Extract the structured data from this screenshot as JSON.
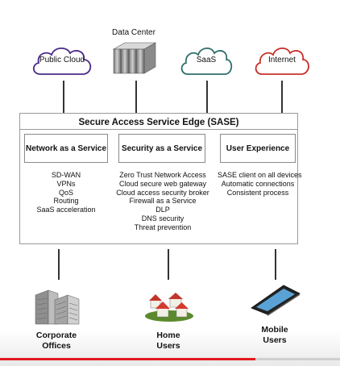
{
  "top_nodes": {
    "public_cloud": "Public Cloud",
    "data_center": "Data Center",
    "saas": "SaaS",
    "internet": "Internet"
  },
  "sase": {
    "title": "Secure Access Service Edge (SASE)",
    "columns": [
      {
        "title": "Network as a Service",
        "items": [
          "SD-WAN",
          "VPNs",
          "QoS",
          "Routing",
          "SaaS acceleration"
        ]
      },
      {
        "title": "Security as a Service",
        "items": [
          "Zero Trust Network Access",
          "Cloud secure web gateway",
          "Cloud access security broker",
          "Firewall as a Service",
          "DLP",
          "DNS security",
          "Threat prevention"
        ]
      },
      {
        "title": "User Experience",
        "items": [
          "SASE client on all devices",
          "Automatic connections",
          "Consistent process"
        ]
      }
    ]
  },
  "bottom_nodes": {
    "corporate": [
      "Corporate",
      "Offices"
    ],
    "home": [
      "Home",
      "Users"
    ],
    "mobile": [
      "Mobile",
      "Users"
    ]
  },
  "colors": {
    "public_cloud": "#4a2a8a",
    "saas": "#2f6f6a",
    "internet": "#c8302a",
    "progress": "#e3191f"
  },
  "video_progress": 0.75
}
